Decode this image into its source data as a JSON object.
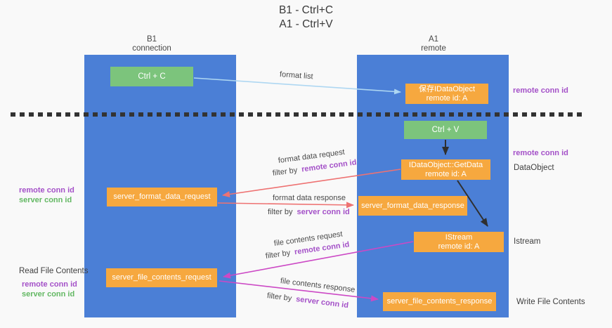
{
  "title": {
    "line1": "B1 - Ctrl+C",
    "line2": "A1 - Ctrl+V"
  },
  "columns": {
    "left": {
      "title": "B1",
      "subtitle": "connection"
    },
    "right": {
      "title": "A1",
      "subtitle": "remote"
    }
  },
  "nodes": {
    "ctrl_c": {
      "label": "Ctrl + C"
    },
    "ctrl_v": {
      "label": "Ctrl + V"
    },
    "save_dataobject": {
      "line1": "保存IDataObject",
      "line2": "remote id: A"
    },
    "getdata": {
      "line1": "IDataObject::GetData",
      "line2": "remote id: A"
    },
    "istream": {
      "line1": "IStream",
      "line2": "remote id: A"
    },
    "format_request": {
      "label": "server_format_data_request"
    },
    "format_response": {
      "label": "server_format_data_response"
    },
    "file_request": {
      "label": "server_file_contents_request"
    },
    "file_response": {
      "label": "server_file_contents_response"
    }
  },
  "edge_labels": {
    "format_list": "format list",
    "format_data_request": "format data request",
    "format_data_response": "format data response",
    "file_contents_request": "file contents request",
    "file_contents_response": "file contents response",
    "filter_by": "filter by",
    "remote_conn_id": "remote conn id",
    "server_conn_id": "server conn id"
  },
  "side_labels": {
    "remote_conn_top": "remote conn id",
    "remote_conn_mid": "remote conn id",
    "dataobject": "DataObject",
    "istream": "Istream",
    "write_file_contents": "Write File Contents",
    "format_remote_conn": "remote conn id",
    "format_server_conn": "server conn id",
    "read_file_contents": "Read File Contents",
    "file_remote_conn": "remote conn id",
    "file_server_conn": "server conn id"
  },
  "colors": {
    "column_blue": "#4b7fd6",
    "node_green": "#7cc47c",
    "node_orange": "#f6a83f",
    "arrow_blue": "#aed7f2",
    "arrow_salmon": "#ee7272",
    "arrow_magenta": "#cc49c5",
    "arrow_black": "#2f2f2f",
    "text_purple": "#a451c8",
    "text_green": "#63b863",
    "text_dark": "#3f3f3f"
  }
}
